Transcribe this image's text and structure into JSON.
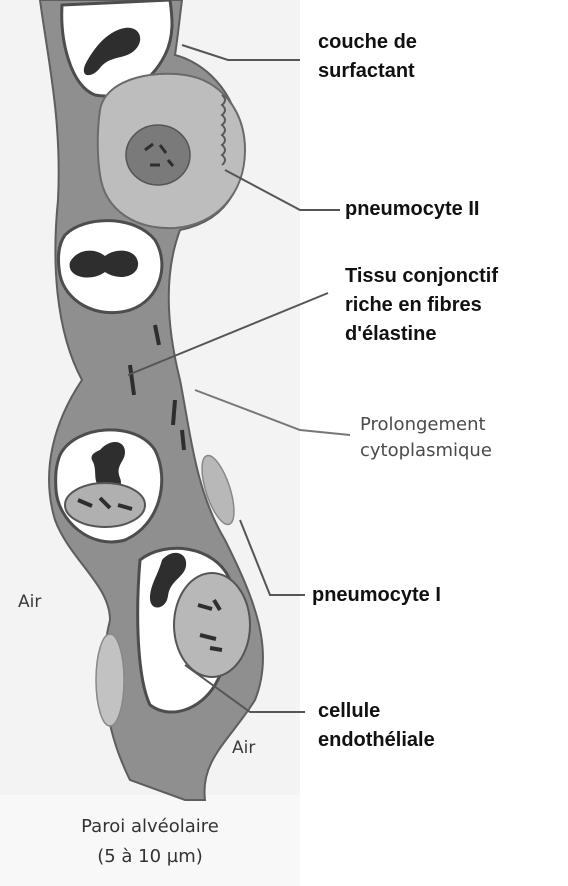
{
  "labels": {
    "surfactant": "couche de\nsurfactant",
    "pneumocyte_ii": "pneumocyte II",
    "connective_tissue": "Tissu conjonctif\nriche en fibres\nd'élastine",
    "cytoplasmic_extension": "Prolongement\ncytoplasmique",
    "pneumocyte_i": "pneumocyte I",
    "endothelial_cell": "cellule\nendothéliale",
    "air_left": "Air",
    "air_right": "Air"
  },
  "caption": "Paroi alvéolaire\n(5 à 10 µm)",
  "colors": {
    "wall": "#8f8f8f",
    "wall_dark": "#6a6a6a",
    "lumen": "#ffffff",
    "cell_fill": "#b8b8b8",
    "nucleus": "#2e2e2e",
    "background": "#f4f4f4"
  }
}
